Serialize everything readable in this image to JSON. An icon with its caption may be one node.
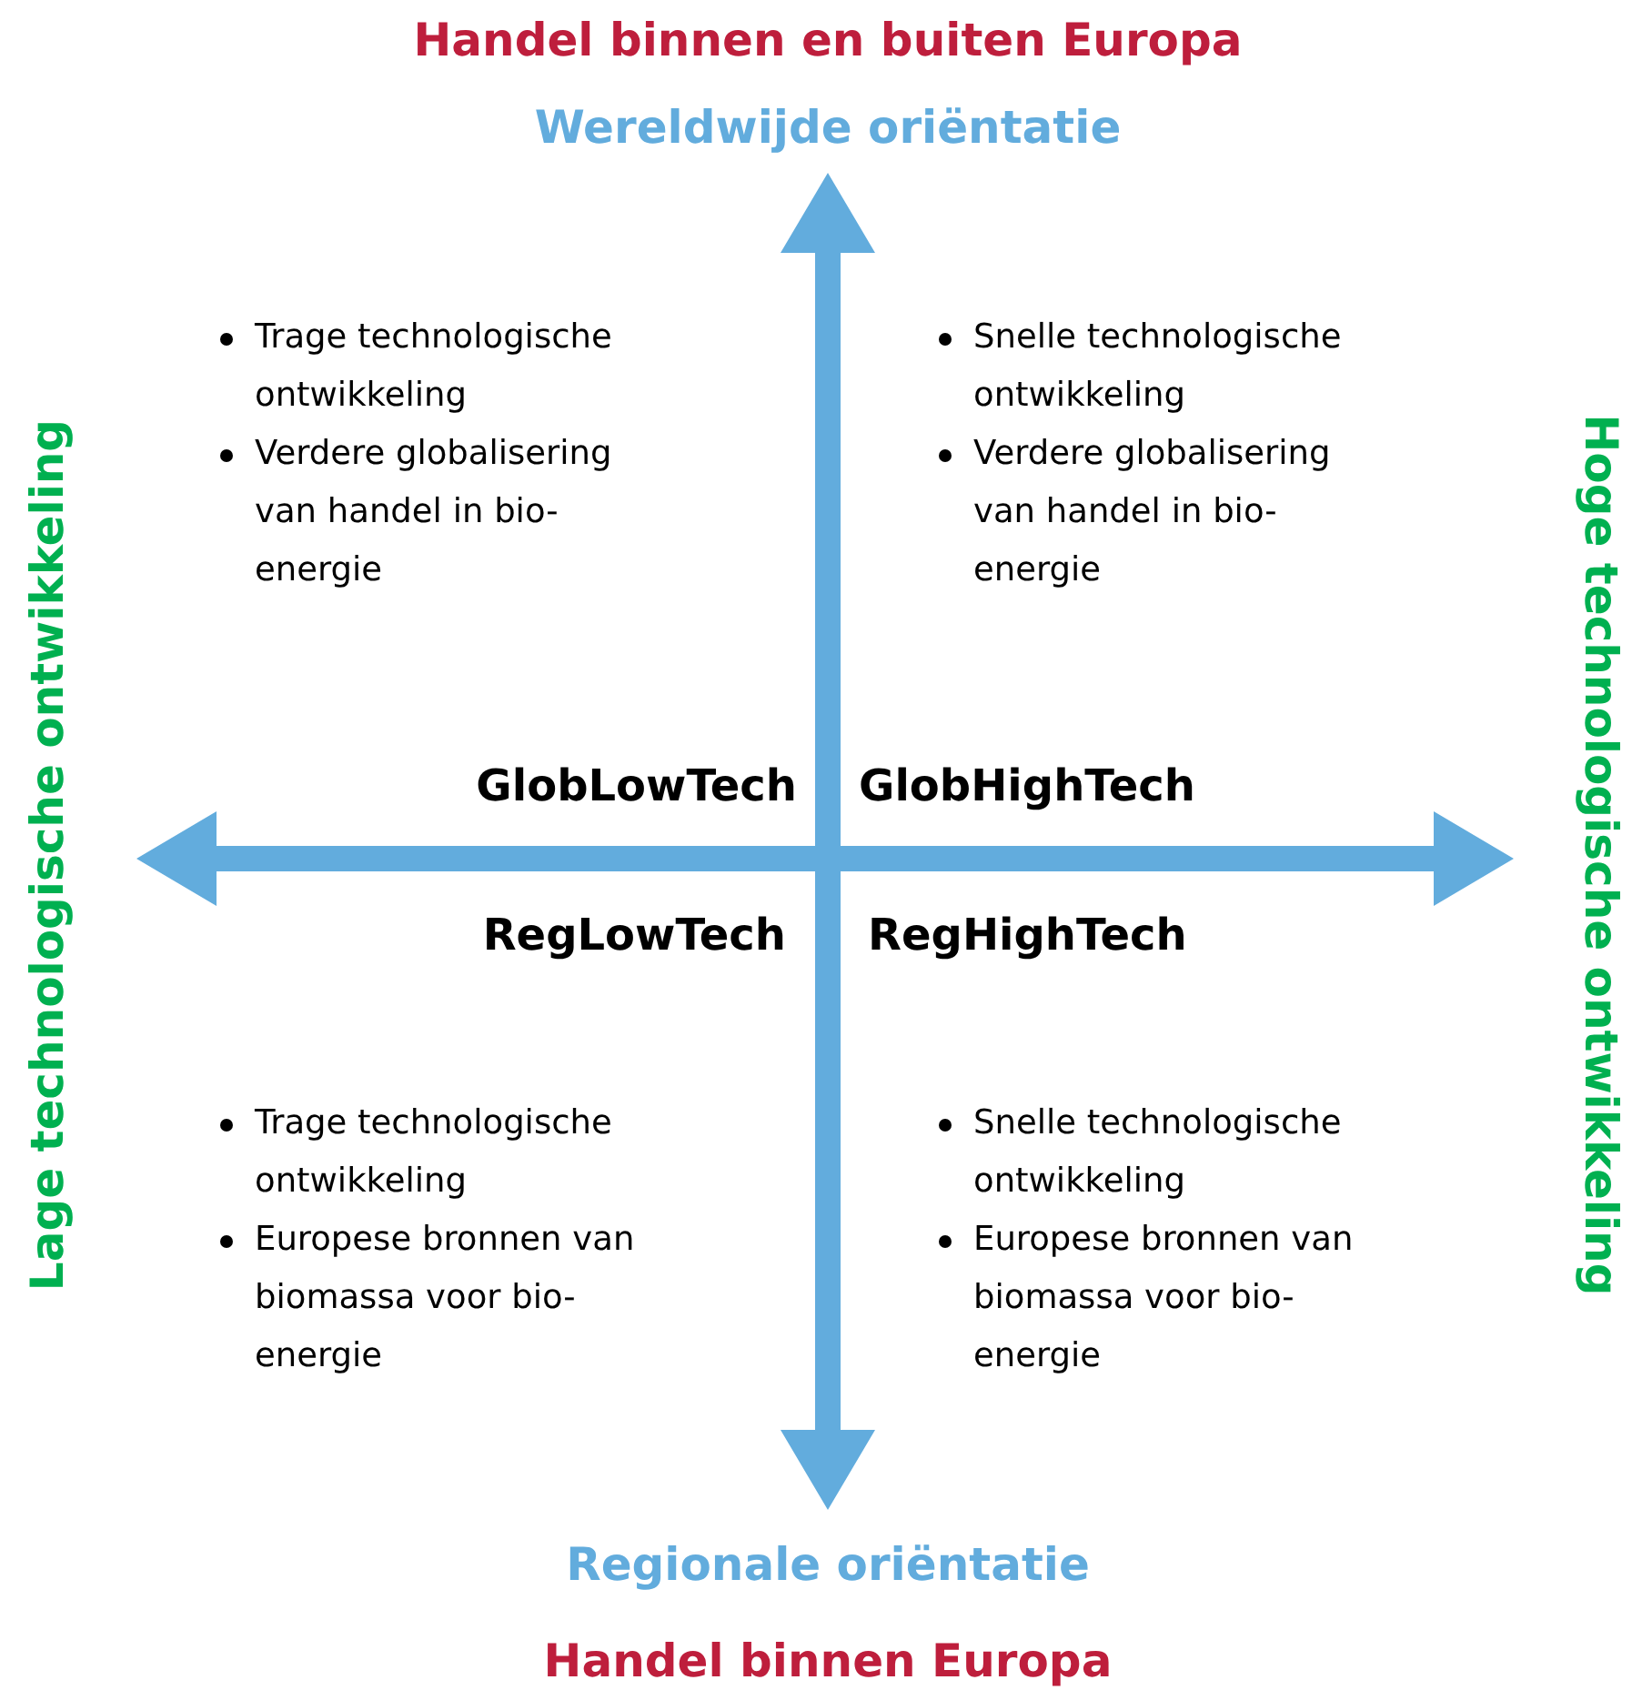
{
  "diagram": {
    "labels": [
      "Handel binnen en buiten Europa",
      "Wereldwijde oriëntatie",
      "Lage technologische ontwikkeling",
      "Hoge technologische ontwikkeling",
      "Trage technologische ontwikkeling",
      "Verdere globalisering van handel in bio-energie",
      "Snelle technologische ontwikkeling",
      "Verdere globalisering van handel in bio-energie",
      "GlobLowTech",
      "GlobHighTech",
      "RegLowTech",
      "RegHighTech",
      "Trage technologische ontwikkeling",
      "Europese bronnen van biomassa voor bio-energie",
      "Snelle technologische ontwikkeling",
      "Europese bronnen van biomassa voor bio-energie",
      "Regionale oriëntatie",
      "Handel binnen Europa"
    ]
  }
}
